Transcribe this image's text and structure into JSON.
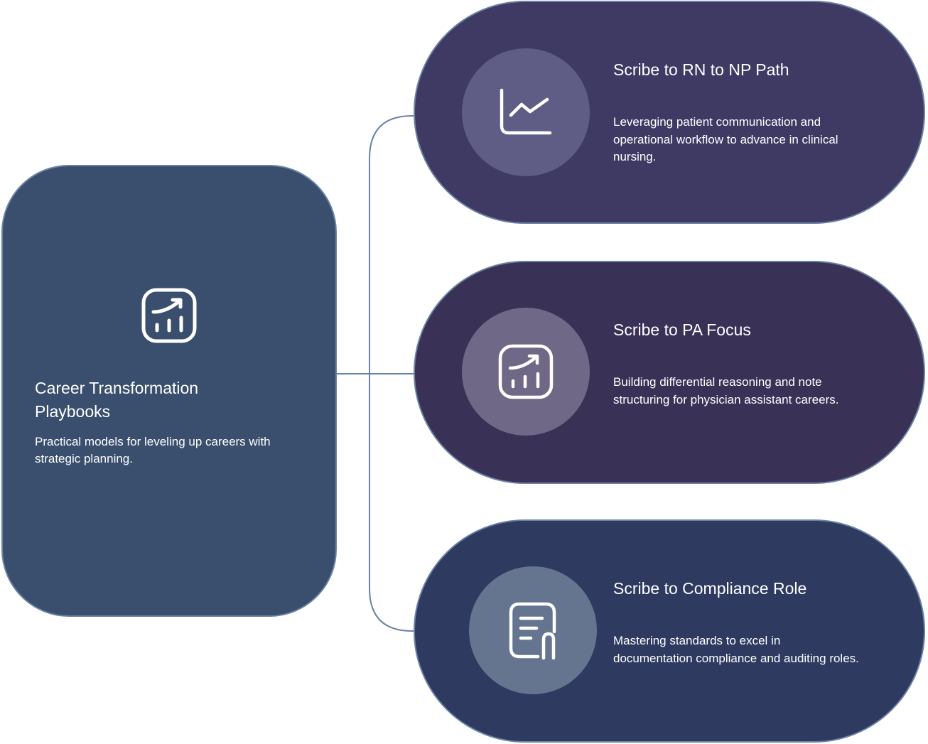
{
  "main": {
    "icon": "chart-up-square-icon",
    "title": "Career Transformation Playbooks",
    "description": "Practical models for leveling up careers with strategic planning."
  },
  "paths": [
    {
      "icon": "line-chart-icon",
      "title": "Scribe to RN to NP Path",
      "description": "Leveraging patient communication and operational workflow to advance in clinical nursing.",
      "color": "#3f3a64"
    },
    {
      "icon": "chart-up-square-icon",
      "title": "Scribe to PA Focus",
      "description": "Building differential reasoning and note structuring for physician assistant careers.",
      "color": "#3a3156"
    },
    {
      "icon": "document-clip-icon",
      "title": "Scribe to Compliance Role",
      "description": "Mastering standards to excel in documentation compliance and auditing roles.",
      "color": "#2e3a60"
    }
  ],
  "colors": {
    "main_card": "#3a4f6e",
    "border": "#6a82a3",
    "connector": "#6a82a3"
  }
}
